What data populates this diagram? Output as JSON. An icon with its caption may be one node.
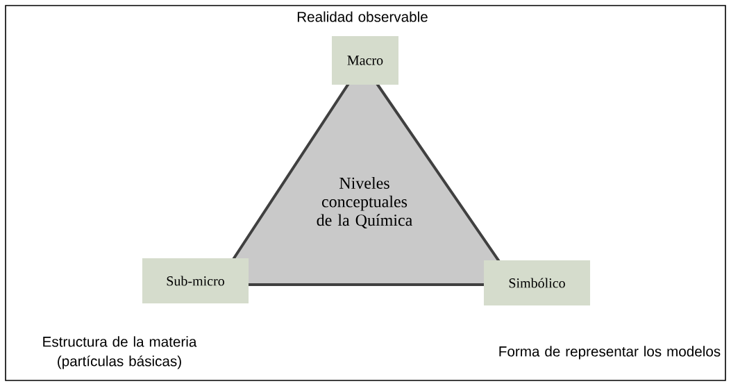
{
  "diagram": {
    "nodes": [
      {
        "text": [
          "Niveles conceptuales de la Química"
        ]
      },
      {
        "text": [
          "Macro"
        ],
        "beside": [
          "Realidad observable"
        ]
      },
      {
        "text": [
          "Sub-micro"
        ],
        "beside": [
          "Estructura de la materia (partículas básicas)"
        ]
      },
      {
        "text": [
          "Simbólico"
        ],
        "beside": [
          "Forma de representar los modelos"
        ]
      }
    ]
  }
}
